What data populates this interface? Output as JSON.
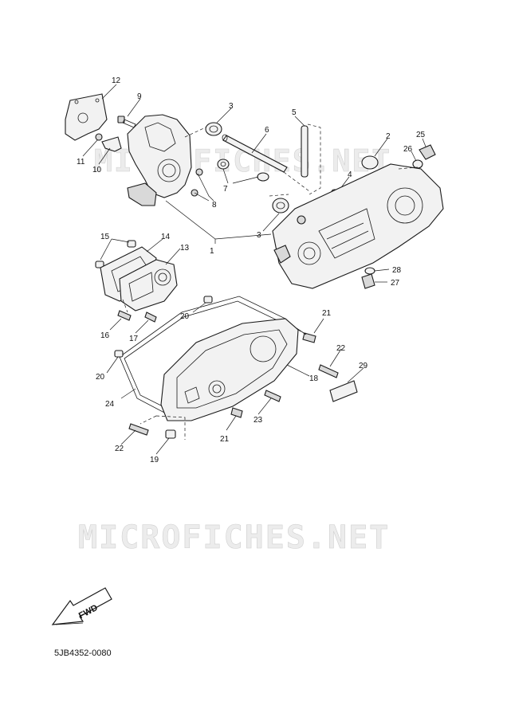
{
  "watermark": {
    "text": "MICROFICHES.NET"
  },
  "fwd_label": "FWD",
  "diagram_code": "5JB4352-0080",
  "callouts": {
    "c1": "1",
    "c2": "2",
    "c3a": "3",
    "c3b": "3",
    "c4": "4",
    "c5": "5",
    "c6": "6",
    "c7": "7",
    "c8": "8",
    "c9": "9",
    "c10": "10",
    "c11": "11",
    "c12": "12",
    "c13": "13",
    "c14": "14",
    "c15": "15",
    "c16": "16",
    "c17": "17",
    "c18": "18",
    "c19": "19",
    "c20a": "20",
    "c20b": "20",
    "c21a": "21",
    "c21b": "21",
    "c22a": "22",
    "c22b": "22",
    "c23": "23",
    "c24": "24",
    "c25": "25",
    "c26": "26",
    "c27": "27",
    "c28": "28",
    "c29": "29"
  }
}
